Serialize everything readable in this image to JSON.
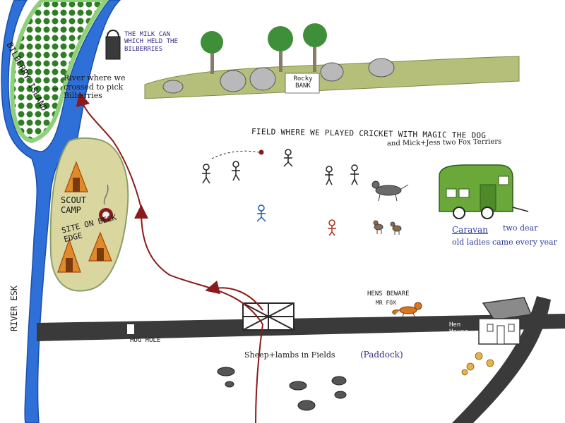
{
  "labels": {
    "bilberry_island": "BILBERRY ISLAND",
    "river_crossing": "River where we crossed to pick Bilberries",
    "milk_can": "THE MILK CAN WHICH HELD THE BILBERRIES",
    "rocky_bank": "Rocky BANK",
    "cricket_field": "FIELD WHERE WE PLAYED CRICKET WITH MAGIC THE DOG",
    "fox_terriers": "and Mick+Jess two Fox Terriers",
    "scout_camp": "SCOUT CAMP",
    "camp_site": "SITE ON BECK EDGE",
    "caravan": "Caravan",
    "caravan_note_1": "two dear",
    "caravan_note_2": "old ladies came every year",
    "river_esk": "RIVER ESK",
    "hens_beware": "HENS BEWARE",
    "mr_fox": "MR FOX",
    "hen_house": "Hen House",
    "hog_hole": "HOG HOLE",
    "sheep_fields": "Sheep+lambs in Fields",
    "paddock": "(Paddock)"
  },
  "colors": {
    "river": "#2f6fd8",
    "island_green": "#3c8a2e",
    "camp_fill": "#d9d6a0",
    "lane": "#3a3a3a",
    "path_red": "#8b1a1a",
    "caravan_green": "#6aa83a",
    "bank_green": "#b5bf7a",
    "fox_orange": "#d9761e"
  }
}
